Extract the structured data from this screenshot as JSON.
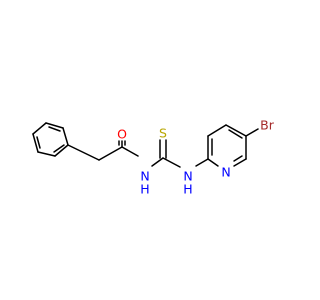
{
  "molecule": {
    "atoms": {
      "O": {
        "symbol": "O",
        "color": "#ff0000"
      },
      "S": {
        "symbol": "S",
        "color": "#b8a600"
      },
      "NH1": {
        "symbol": "N",
        "h": "H",
        "color": "#0000ff"
      },
      "NH2": {
        "symbol": "N",
        "h": "H",
        "color": "#0000ff"
      },
      "Npy": {
        "symbol": "N",
        "color": "#0000ff"
      },
      "Br": {
        "symbol": "Br",
        "color": "#a52a2a"
      }
    },
    "bond_color": "#000000"
  }
}
